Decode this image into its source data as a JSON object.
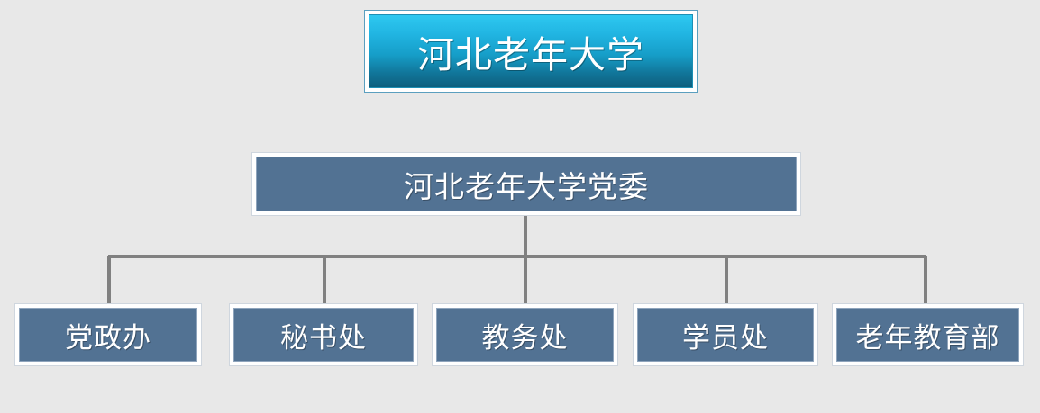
{
  "page": {
    "background_color": "#e8e8e8",
    "type": "organization-chart"
  },
  "colors": {
    "title_gradient_top": "#2ec8f0",
    "title_gradient_bottom": "#0e5f7e",
    "node_fill": "#527293",
    "connector": "#808080",
    "text": "#ffffff",
    "frame": "#ffffff"
  },
  "title_node": {
    "label": "河北老年大学"
  },
  "party_node": {
    "label": "河北老年大学党委"
  },
  "leaf_nodes": [
    {
      "label": "党政办"
    },
    {
      "label": "秘书处"
    },
    {
      "label": "教务处"
    },
    {
      "label": "学员处"
    },
    {
      "label": "老年教育部"
    }
  ],
  "connectors": {
    "trunk_from": "河北老年大学党委",
    "branch_count": 5
  }
}
